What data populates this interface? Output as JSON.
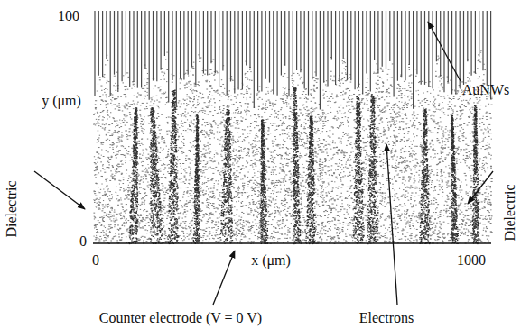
{
  "diagram": {
    "labels": [
      "100",
      "y (μm)",
      "0",
      "0",
      "x (μm)",
      "1000",
      "AuNWs",
      "Dielectric",
      "Dielectric",
      "Counter electrode (V = 0 V)",
      "Electrons"
    ]
  }
}
